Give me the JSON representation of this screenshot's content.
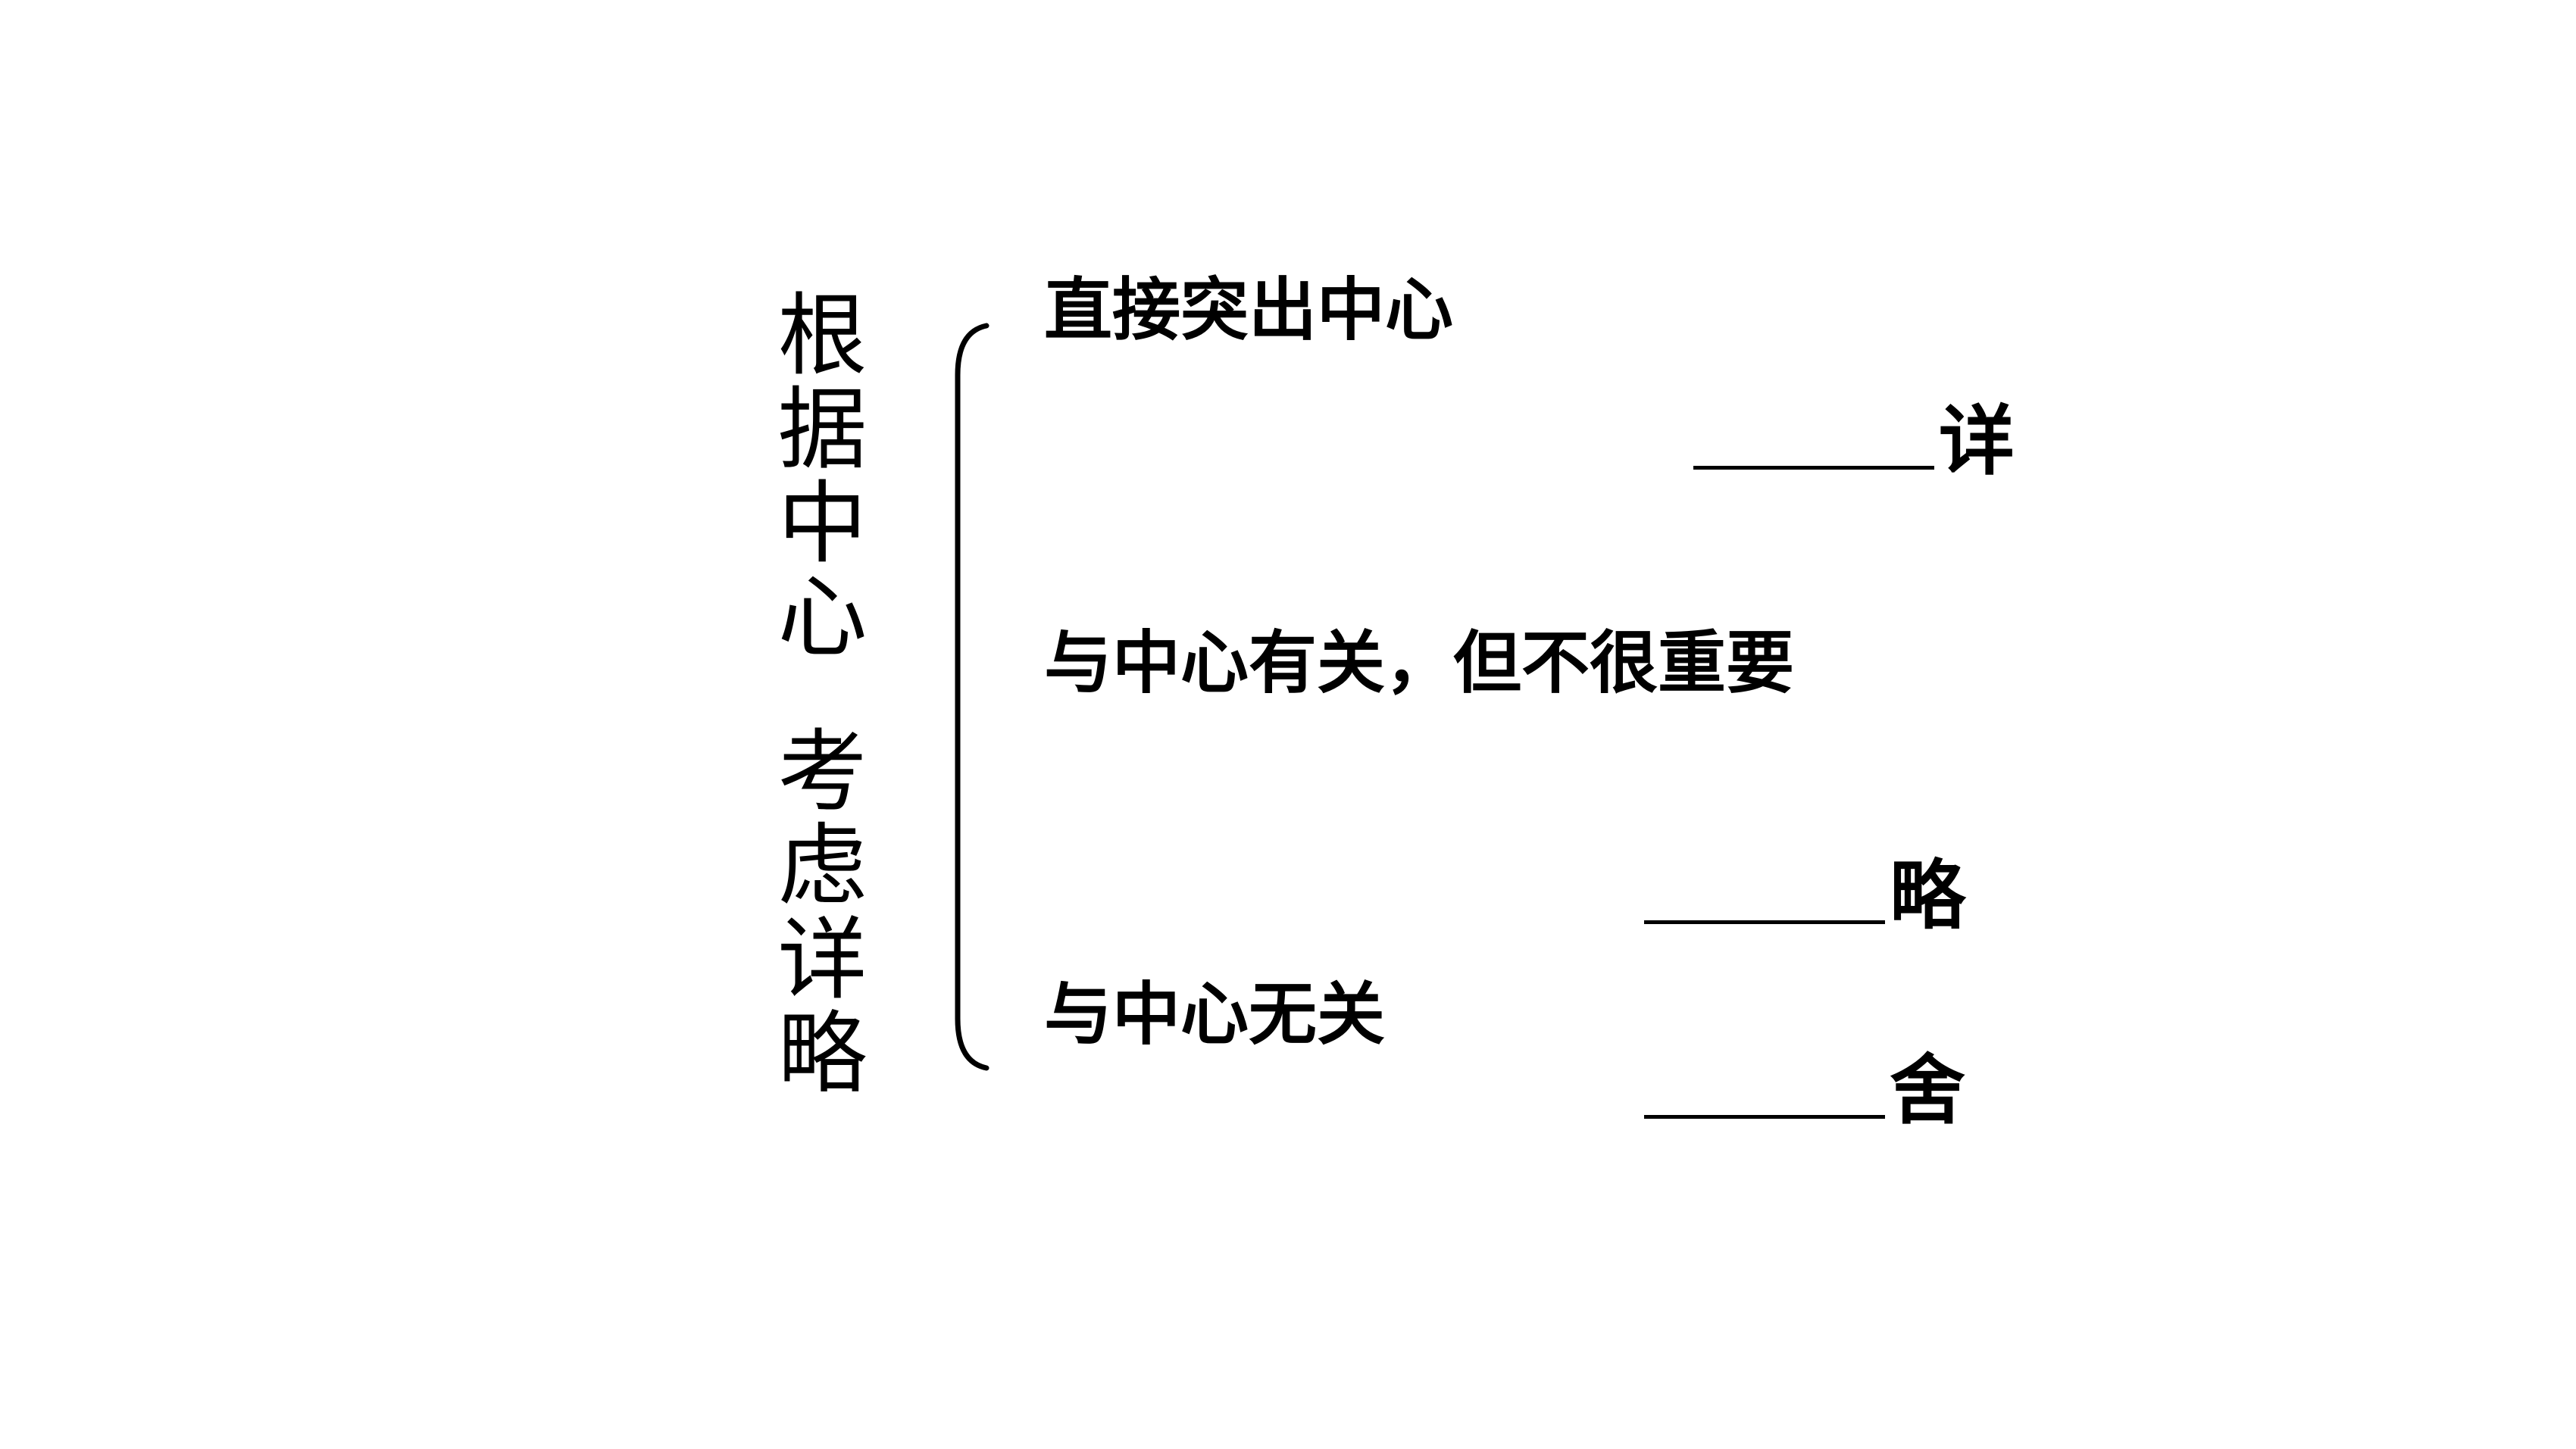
{
  "diagram": {
    "root_part1": "根据中心",
    "root_part2": "考虑详略",
    "branches": [
      {
        "label": "直接突出中心",
        "result_dash": "——",
        "result": "详"
      },
      {
        "label": "与中心有关，但不很重要",
        "result_dash": "——",
        "result": "略"
      },
      {
        "label": "与中心无关",
        "result_dash": "——",
        "result": "舍"
      }
    ]
  }
}
